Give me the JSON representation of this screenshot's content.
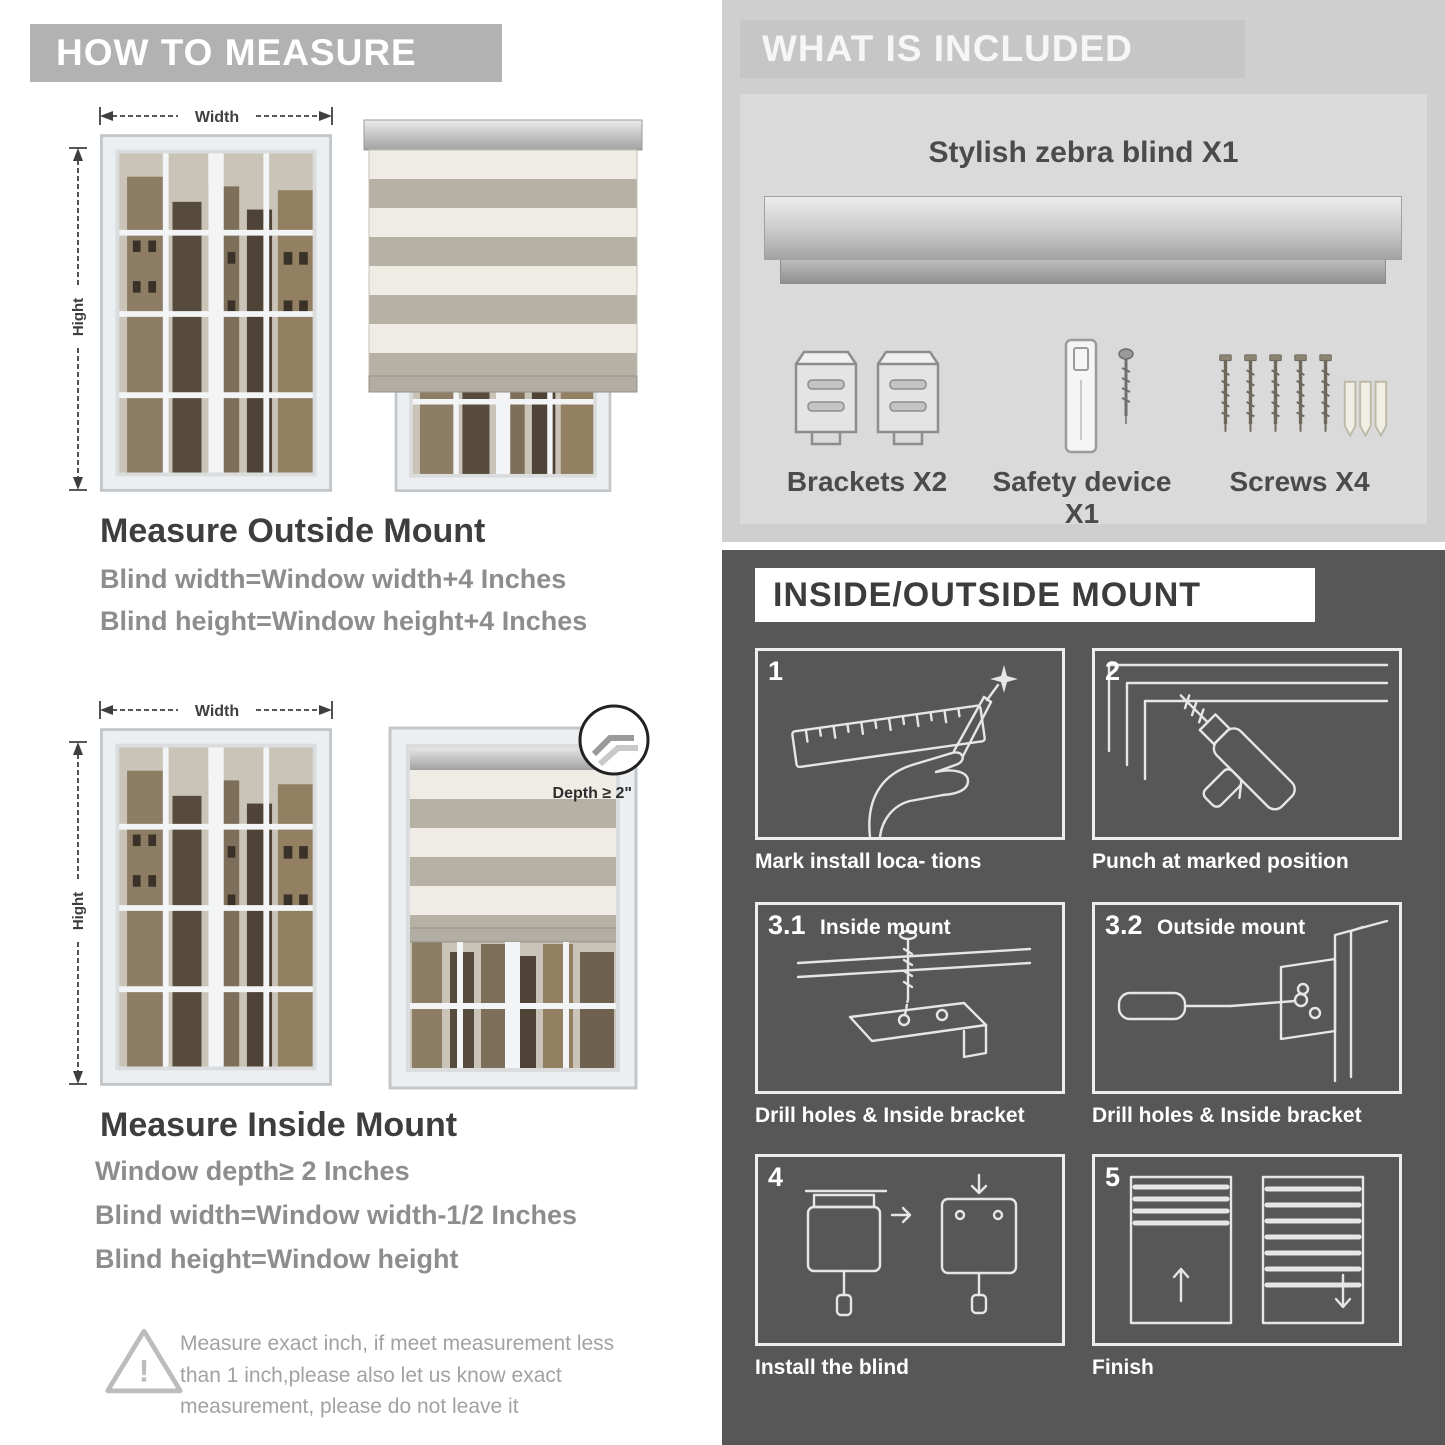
{
  "measure": {
    "header": "HOW TO MEASURE",
    "outside": {
      "width_label": "Width",
      "height_label": "Hight",
      "heading": "Measure Outside Mount",
      "rule1": "Blind width=Window width+4 Inches",
      "rule2": "Blind height=Window height+4 Inches"
    },
    "inside": {
      "width_label": "Width",
      "height_label": "Hight",
      "depth_label": "Depth ≥ 2\"",
      "heading": "Measure Inside Mount",
      "rule1": "Window depth≥ 2 Inches",
      "rule2": "Blind width=Window width-1/2 Inches",
      "rule3": "Blind height=Window height"
    },
    "warning_icon": "!",
    "warning_text": "Measure exact inch, if meet measurement less than 1 inch,please also let us know exact measurement, please do not leave it"
  },
  "included": {
    "header": "WHAT IS INCLUDED",
    "blind_label": "Stylish zebra blind X1",
    "items": [
      {
        "label": "Brackets X2",
        "icon": "brackets-icon"
      },
      {
        "label": "Safety device X1",
        "icon": "safety-device-icon"
      },
      {
        "label": "Screws X4",
        "icon": "screws-icon"
      }
    ]
  },
  "mount": {
    "header": "INSIDE/OUTSIDE MOUNT",
    "steps": [
      {
        "num": "1",
        "title": "",
        "caption": "Mark install loca- tions"
      },
      {
        "num": "2",
        "title": "",
        "caption": "Punch at  marked position"
      },
      {
        "num": "3.1",
        "title": "Inside mount",
        "caption": "Drill holes &  Inside bracket"
      },
      {
        "num": "3.2",
        "title": "Outside mount",
        "caption": "Drill holes &  Inside bracket"
      },
      {
        "num": "4",
        "title": "",
        "caption": "Install the blind"
      },
      {
        "num": "5",
        "title": "",
        "caption": "Finish"
      }
    ]
  },
  "colors": {
    "header_banner": "#b2b2b2",
    "included_bg": "#cfcfcf",
    "included_inner": "#dadada",
    "mount_bg": "#575757",
    "mount_banner": "#ffffff",
    "heading_text": "#3e3e3e",
    "rule_text": "#8d8d8d",
    "caption_text": "#ffffff"
  }
}
